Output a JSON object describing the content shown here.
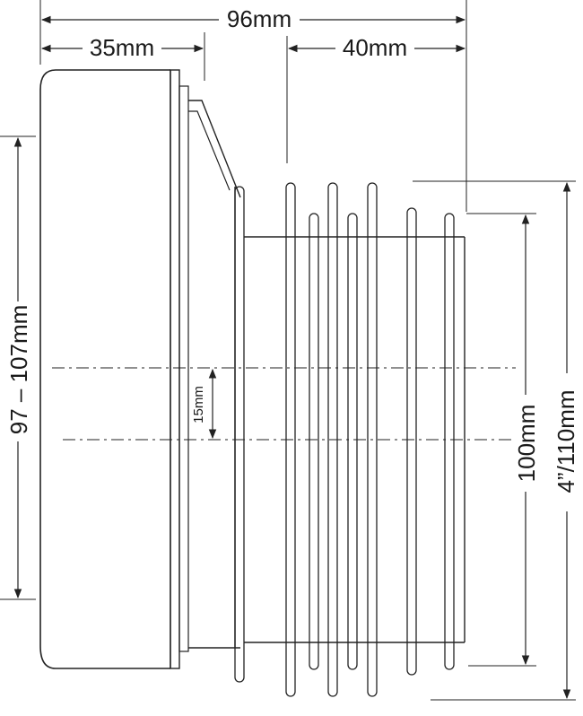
{
  "diagram": {
    "labels": {
      "overall_length": "96mm",
      "collar_length": "35mm",
      "spigot_length": "40mm",
      "socket_range": "97 – 107mm",
      "offset": "15mm",
      "spigot_od": "100mm",
      "fin_od": "4”/110mm"
    },
    "colors": {
      "line": "#222222",
      "background": "#ffffff"
    }
  }
}
